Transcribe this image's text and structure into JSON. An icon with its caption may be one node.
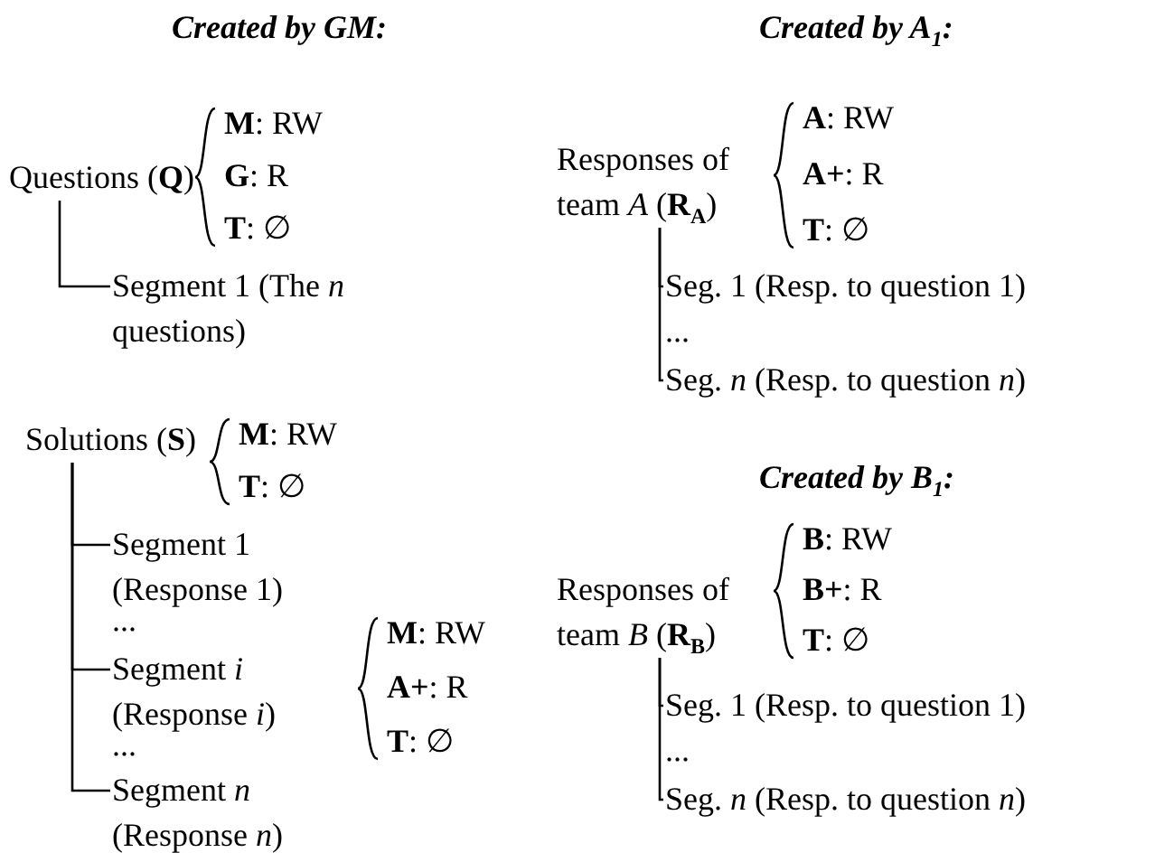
{
  "diagram": {
    "nodes": [
      {
        "text": [
          "Questions (**Q**)"
        ],
        "beside": [
          "**M**: RW",
          "**G**: R",
          "**T**: ∅"
        ]
      },
      {
        "text": [
          "Segment 1 (The *n* questions)"
        ]
      },
      {
        "text": [
          "Solutions (**S**)"
        ],
        "beside": [
          "**M**: RW",
          "**T**: ∅"
        ]
      },
      {
        "text": [
          "Segment 1 (Response 1)"
        ]
      },
      {
        "text": [
          "Segment *i* (Response *i*)"
        ],
        "beside": [
          "**M**: RW",
          "**A+**: R",
          "**T**: ∅"
        ]
      },
      {
        "text": [
          "Segment *n* (Response *n*)"
        ]
      },
      {
        "text": [
          "Responses of team *A* (**R**$_{A}$)"
        ],
        "beside": [
          "**A**: RW",
          "**A+**: R",
          "**T**: ∅"
        ]
      },
      {
        "text": [
          "Seg. 1 (Resp. to question 1)"
        ]
      },
      {
        "text": [
          "Seg. *n* (Resp. to question *n*)"
        ]
      },
      {
        "text": [
          "Responses of team *B* (**R**$_{B}$)"
        ],
        "beside": [
          "**B**: RW",
          "**B+**: R",
          "**T**: ∅"
        ]
      },
      {
        "text": [
          "Seg. 1 (Resp. to question 1)"
        ]
      },
      {
        "text": [
          "Seg. *n* (Resp. to question *n*)"
        ]
      }
    ],
    "edges": [
      {
        "from": 0,
        "to": 1,
        "arrow": "none"
      },
      {
        "from": 2,
        "to": 3,
        "arrow": "none"
      },
      {
        "from": 2,
        "to": 4,
        "arrow": "none"
      },
      {
        "from": 2,
        "to": 5,
        "arrow": "none"
      },
      {
        "from": 6,
        "to": 7,
        "arrow": "none"
      },
      {
        "from": 6,
        "to": 8,
        "arrow": "none"
      },
      {
        "from": 9,
        "to": 10,
        "arrow": "none"
      },
      {
        "from": 9,
        "to": 11,
        "arrow": "none"
      }
    ],
    "labels": [
      "Created by GM:",
      "Created by A$_{1}$:",
      "...",
      "Created by B$_{1}$:",
      "...",
      "...",
      "..."
    ]
  }
}
